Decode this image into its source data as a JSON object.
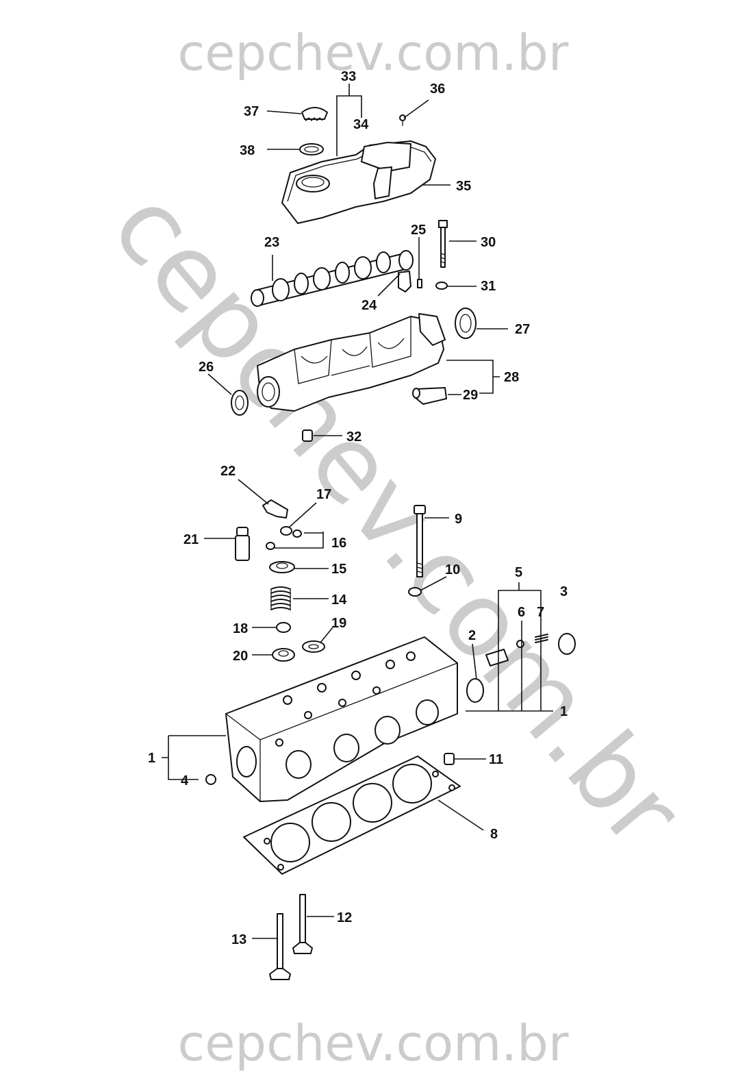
{
  "watermark": {
    "top": "cepchev.com.br",
    "diagonal": "cepchev.com.br",
    "bottom": "cepchev.com.br"
  },
  "callouts": {
    "c1a": "1",
    "c1b": "1",
    "c2": "2",
    "c3": "3",
    "c4": "4",
    "c5": "5",
    "c6": "6",
    "c7": "7",
    "c8": "8",
    "c9": "9",
    "c10": "10",
    "c11": "11",
    "c12": "12",
    "c13": "13",
    "c14": "14",
    "c15": "15",
    "c16": "16",
    "c17": "17",
    "c18": "18",
    "c19": "19",
    "c20": "20",
    "c21": "21",
    "c22": "22",
    "c23": "23",
    "c24": "24",
    "c25": "25",
    "c26": "26",
    "c27": "27",
    "c28": "28",
    "c29": "29",
    "c30": "30",
    "c31": "31",
    "c32": "32",
    "c33": "33",
    "c34": "34",
    "c35": "35",
    "c36": "36",
    "c37": "37",
    "c38": "38"
  }
}
